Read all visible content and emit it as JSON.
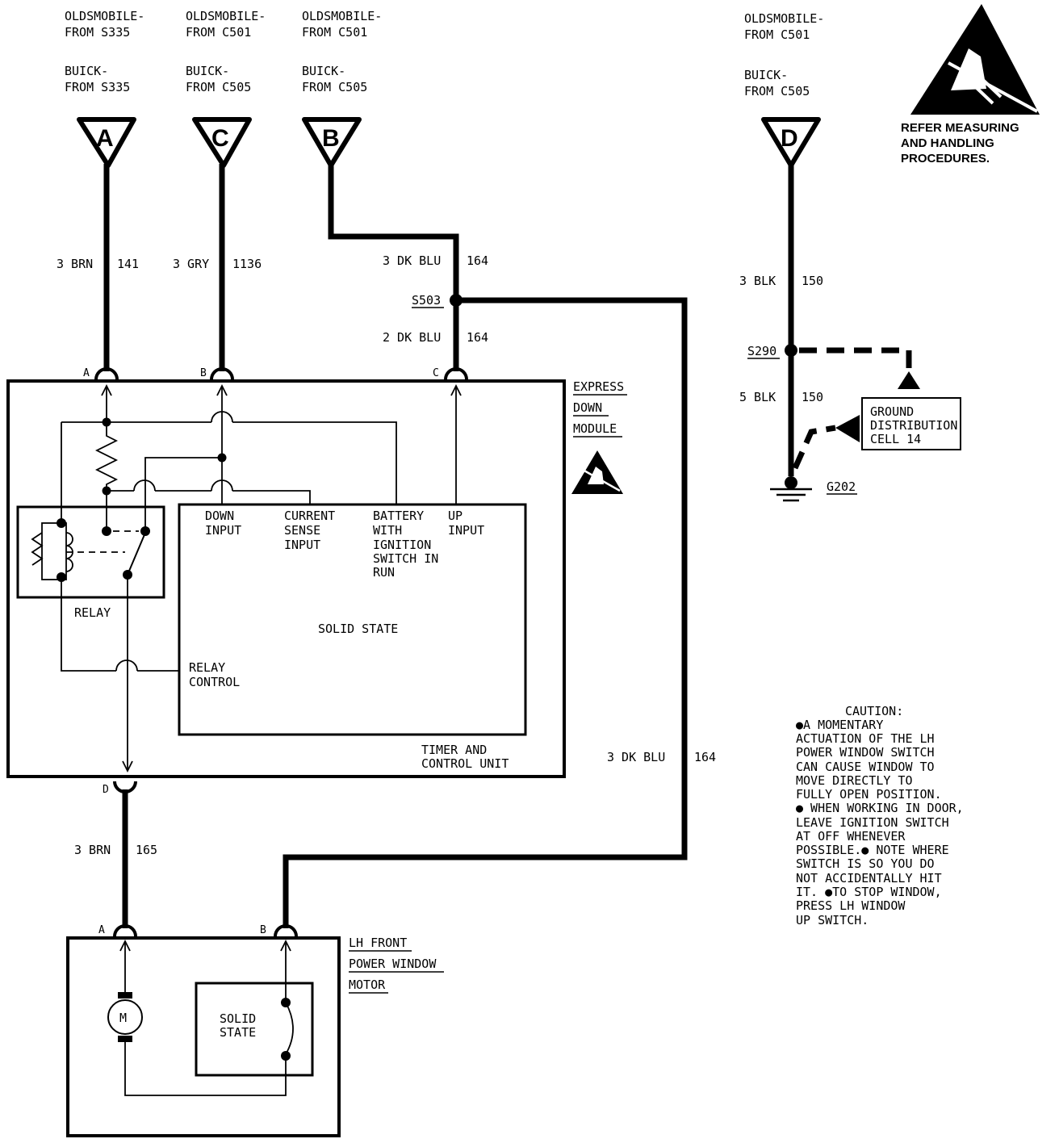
{
  "sources": {
    "a": {
      "olds": "OLDSMOBILE-",
      "olds_from": "FROM S335",
      "buick": "BUICK-",
      "buick_from": "FROM S335",
      "letter": "A"
    },
    "c": {
      "olds": "OLDSMOBILE-",
      "olds_from": "FROM C501",
      "buick": "BUICK-",
      "buick_from": "FROM C505",
      "letter": "C"
    },
    "b": {
      "olds": "OLDSMOBILE-",
      "olds_from": "FROM C501",
      "buick": "BUICK-",
      "buick_from": "FROM C505",
      "letter": "B"
    },
    "d": {
      "olds": "OLDSMOBILE-",
      "olds_from": "FROM C501",
      "buick": "BUICK-",
      "buick_from": "FROM C505",
      "letter": "D"
    }
  },
  "esd_note": [
    "REFER MEASURING",
    "AND HANDLING",
    "PROCEDURES."
  ],
  "wires": {
    "a": {
      "gauge": "3 BRN",
      "circuit": "141"
    },
    "c": {
      "gauge": "3 GRY",
      "circuit": "1136"
    },
    "b_top": {
      "gauge": "3 DK BLU",
      "circuit": "164"
    },
    "b_bottom": {
      "gauge": "2 DK BLU",
      "circuit": "164"
    },
    "b_long": {
      "gauge": "3 DK BLU",
      "circuit": "164"
    },
    "d_top": {
      "gauge": "3 BLK",
      "circuit": "150"
    },
    "d_bottom": {
      "gauge": "5 BLK",
      "circuit": "150"
    },
    "motor_a": {
      "gauge": "3 BRN",
      "circuit": "165"
    }
  },
  "splices": {
    "s503": "S503",
    "s290": "S290",
    "g202": "G202"
  },
  "ground_box": [
    "GROUND",
    "DISTRIBUTION",
    "CELL 14"
  ],
  "module": {
    "name": [
      "EXPRESS",
      "DOWN",
      "MODULE"
    ],
    "pins": {
      "a": "A",
      "b": "B",
      "c": "C",
      "d": "D"
    },
    "relay": "RELAY",
    "solid_state": "SOLID STATE",
    "inputs": {
      "down": [
        "DOWN",
        "INPUT"
      ],
      "current": [
        "CURRENT",
        "SENSE",
        "INPUT"
      ],
      "battery": [
        "BATTERY",
        "WITH",
        "IGNITION",
        "SWITCH IN",
        "RUN"
      ],
      "up": [
        "UP",
        "INPUT"
      ]
    },
    "relay_control": [
      "RELAY",
      "CONTROL"
    ],
    "timer": [
      "TIMER AND",
      "CONTROL UNIT"
    ]
  },
  "motor": {
    "name": [
      "LH FRONT",
      "POWER WINDOW",
      "MOTOR"
    ],
    "pins": {
      "a": "A",
      "b": "B"
    },
    "m": "M",
    "solid_state": [
      "SOLID",
      "STATE"
    ]
  },
  "caution": [
    "CAUTION:",
    "●A MOMENTARY",
    "ACTUATION OF THE LH",
    "POWER WINDOW SWITCH",
    "CAN CAUSE WINDOW TO",
    "MOVE DIRECTLY TO",
    "FULLY OPEN POSITION.",
    "● WHEN WORKING IN DOOR,",
    "LEAVE IGNITION SWITCH",
    "AT OFF WHENEVER",
    "POSSIBLE.● NOTE WHERE",
    "SWITCH IS SO YOU DO",
    "NOT ACCIDENTALLY HIT",
    "IT. ●TO STOP WINDOW,",
    "PRESS LH WINDOW",
    "UP SWITCH."
  ]
}
